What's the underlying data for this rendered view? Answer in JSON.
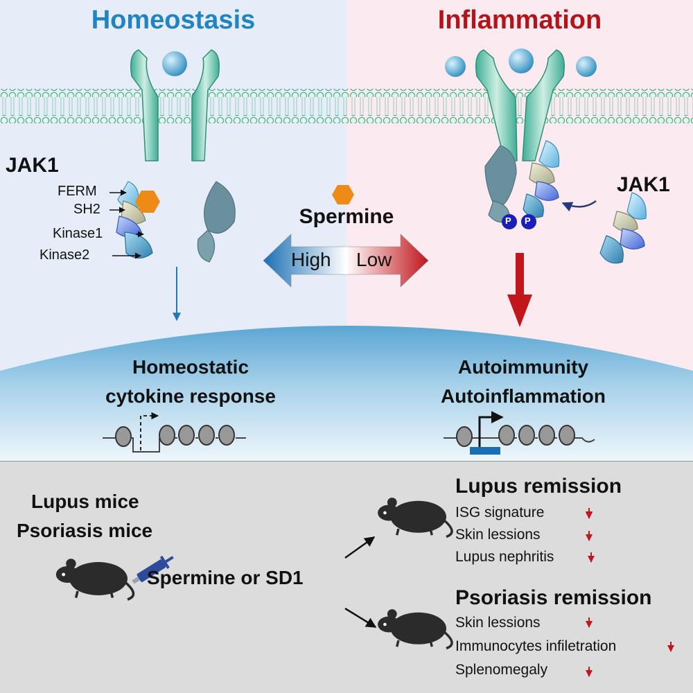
{
  "titles": {
    "left": "Homeostasis",
    "right": "Inflammation"
  },
  "jak_label": "JAK1",
  "domains": [
    "FERM",
    "SH2",
    "Kinase1",
    "Kinase2"
  ],
  "spermine": {
    "label": "Spermine",
    "high": "High",
    "low": "Low"
  },
  "phospho_label": "P",
  "outcomes": {
    "left": [
      "Homeostatic",
      "cytokine response"
    ],
    "right": [
      "Autoimmunity",
      "Autoinflammation"
    ]
  },
  "treatment": {
    "models": [
      "Lupus mice",
      "Psoriasis mice"
    ],
    "drug": "Spermine or SD1"
  },
  "lupus": {
    "title": "Lupus remission",
    "items": [
      "ISG signature",
      "Skin lessions",
      "Lupus nephritis"
    ]
  },
  "psoriasis": {
    "title": "Psoriasis remission",
    "items": [
      "Skin lessions",
      "Immunocytes infiletration",
      "Splenomegaly"
    ]
  },
  "colors": {
    "homeostasis_blue": "#1f84c4",
    "inflammation_red": "#b3141a",
    "left_bg": "#e6ecf8",
    "right_bg": "#fbeaf0",
    "bottom_bg": "#dcdcdc"
  },
  "icons": [
    "cytokine-ball",
    "receptor",
    "jak1-protein",
    "spermine-hexagon",
    "nucleosome",
    "syringe-icon",
    "mouse-icon",
    "down-arrow-icon"
  ]
}
